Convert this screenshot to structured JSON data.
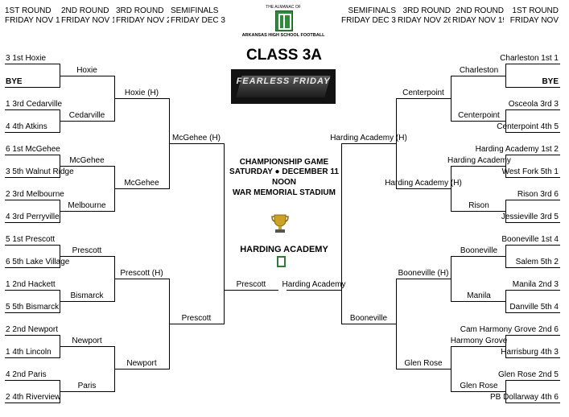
{
  "headers": {
    "left": [
      {
        "round": "1ST ROUND",
        "date": "FRIDAY NOV 1"
      },
      {
        "round": "2ND ROUND",
        "date": "FRIDAY NOV 1"
      },
      {
        "round": "3RD ROUND",
        "date": "FRIDAY NOV 2"
      },
      {
        "round": "SEMIFINALS",
        "date": "FRIDAY DEC 3"
      }
    ],
    "right": [
      {
        "round": "SEMIFINALS",
        "date": "FRIDAY DEC 3"
      },
      {
        "round": "3RD ROUND",
        "date": "RIDAY NOV 26"
      },
      {
        "round": "2ND ROUND",
        "date": "RIDAY NOV 19"
      },
      {
        "round": "1ST ROUND",
        "date": "FRIDAY NOV"
      }
    ]
  },
  "logo": {
    "top": "THE ALMANAC OF",
    "bottom": "ARKANSAS HIGH SCHOOL FOOTBALL"
  },
  "class_title": "CLASS 3A",
  "banner": "FEARLESS FRIDAY",
  "championship": {
    "line1": "CHAMPIONSHIP GAME",
    "line2": "SATURDAY ● DECEMBER 11",
    "line3": "NOON",
    "line4": "WAR MEMORIAL STADIUM",
    "champion": "HARDING ACADEMY",
    "left_finalist": "Prescott",
    "right_finalist": "Harding Academy"
  },
  "left": {
    "r1": [
      "3 1st Hoxie",
      "BYE",
      "1 3rd Cedarville",
      "4 4th Atkins",
      "6 1st McGehee",
      "3 5th Walnut Ridge",
      "2 3rd Melbourne",
      "4 3rd Perryville",
      "5 1st Prescott",
      "6 5th Lake Village",
      "1 2nd Hackett",
      "5 5th Bismarck",
      "2 2nd Newport",
      "1 4th Lincoln",
      "4 2nd Paris",
      "2 4th Riverview"
    ],
    "r2": [
      "Hoxie",
      "Cedarville",
      "McGehee",
      "Melbourne",
      "Prescott",
      "Bismarck",
      "Newport",
      "Paris"
    ],
    "r3": [
      "Hoxie (H)",
      "McGehee",
      "Prescott (H)",
      "Newport"
    ],
    "semi": [
      "McGehee (H)",
      "Prescott"
    ]
  },
  "right": {
    "r1": [
      "Charleston 1st 1",
      "BYE",
      "Osceola 3rd 3",
      "Centerpoint 4th 5",
      "Harding Academy 1st 2",
      "West Fork 5th 1",
      "Rison 3rd 6",
      "Jessieville 3rd 5",
      "Booneville 1st 4",
      "Salem 5th 2",
      "Manila 2nd 3",
      "Danville 5th 4",
      "Cam Harmony Grove 2nd 6",
      "Harrisburg 4th 3",
      "Glen Rose 2nd 5",
      "PB Dollarway 4th 6"
    ],
    "r2": [
      "Charleston",
      "Centerpoint",
      "Harding Academy",
      "Rison",
      "Booneville",
      "Manila",
      "Harmony Grove",
      "Glen Rose"
    ],
    "r3": [
      "Centerpoint",
      "Harding Academy (H)",
      "Booneville (H)",
      "Glen Rose"
    ],
    "semi": [
      "Harding Academy (H)",
      "Booneville"
    ]
  }
}
